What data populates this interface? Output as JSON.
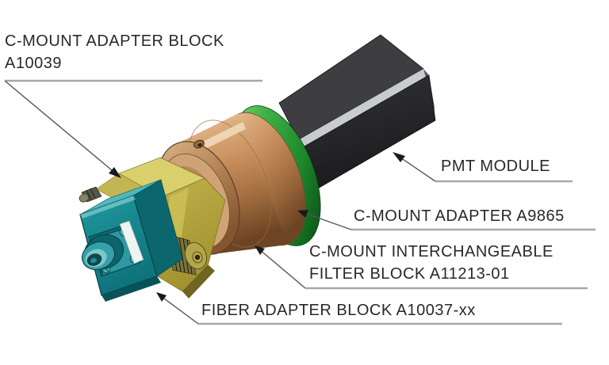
{
  "callouts": {
    "cmount_adapter_block": {
      "line1": "C-MOUNT ADAPTER BLOCK",
      "line2": "A10039"
    },
    "pmt_module": {
      "label": "PMT MODULE"
    },
    "cmount_adapter": {
      "label": "C-MOUNT ADAPTER A9865"
    },
    "cmount_filter_block": {
      "line1": "C-MOUNT INTERCHANGEABLE",
      "line2": "FILTER BLOCK A11213-01"
    },
    "fiber_adapter_block": {
      "label": "FIBER ADAPTER BLOCK A10037-xx"
    }
  },
  "illustration": {
    "components": [
      {
        "name": "pmt-module",
        "part_color": "#27272a"
      },
      {
        "name": "c-mount-adapter-a9865-ring",
        "part_color": "#2fa33c"
      },
      {
        "name": "c-mount-adapter-and-filter-block-body",
        "part_color": "#c68c5b"
      },
      {
        "name": "c-mount-adapter-block-a10039",
        "part_color": "#b2a43e"
      },
      {
        "name": "fiber-adapter-block-a10037",
        "part_color": "#168a92"
      }
    ],
    "text_color": "#2b2829",
    "leader_line_color": "#55565a",
    "underline_color": "#a6a8ab",
    "arrowhead_color": "#1a1a1a",
    "background_color": "#ffffff"
  }
}
